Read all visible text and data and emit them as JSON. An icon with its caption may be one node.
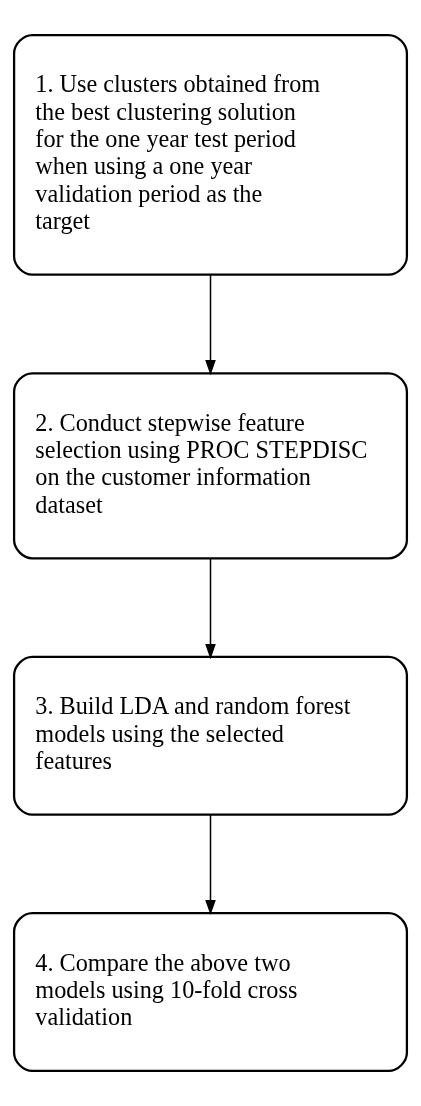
{
  "diagram": {
    "nodes": [
      {
        "text": [
          "1. Use clusters obtained from the best clustering solution for the one year test period when using a one year validation period as the target"
        ]
      },
      {
        "text": [
          "2. Conduct stepwise feature selection using PROC STEPDISC on the customer information dataset"
        ]
      },
      {
        "text": [
          "3. Build LDA and random forest models using the selected features"
        ]
      },
      {
        "text": [
          "4. Compare the above two models using 10-fold cross validation"
        ]
      }
    ],
    "edges": [
      {
        "from": 0,
        "to": 1,
        "arrow": "to"
      },
      {
        "from": 1,
        "to": 2,
        "arrow": "to"
      },
      {
        "from": 2,
        "to": 3,
        "arrow": "to"
      }
    ]
  }
}
